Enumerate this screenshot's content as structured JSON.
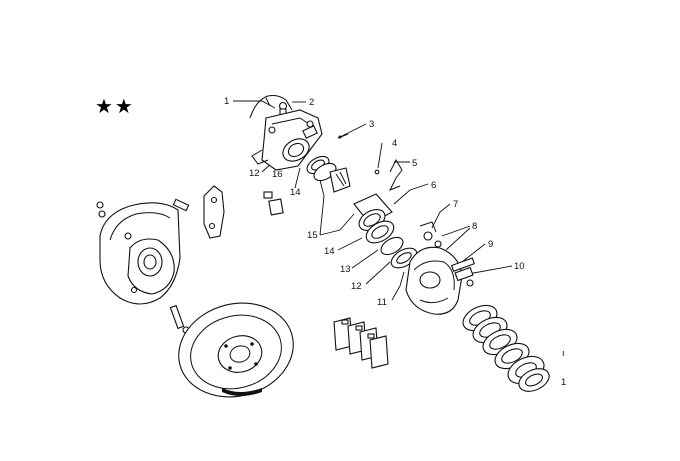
{
  "stars": "★★",
  "labels": [
    "1",
    "2",
    "3",
    "4",
    "5",
    "6",
    "7",
    "8",
    "9",
    "10",
    "11",
    "12",
    "12",
    "13",
    "14",
    "14",
    "15",
    "16"
  ],
  "marks": {
    "tick": "ı",
    "one": "1"
  }
}
